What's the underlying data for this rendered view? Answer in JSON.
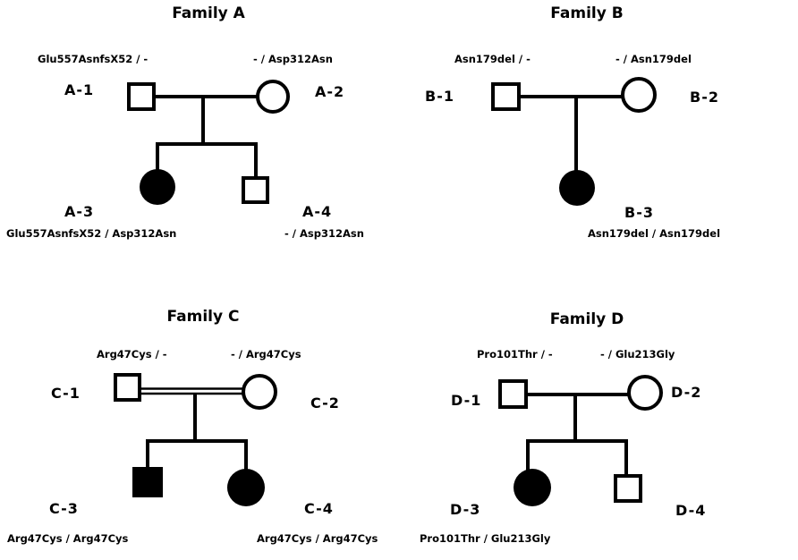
{
  "figure": {
    "colors": {
      "background": "#ffffff",
      "line": "#000000",
      "affected_fill": "#000000",
      "unaffected_fill": "#ffffff"
    }
  },
  "families": [
    {
      "title": "Family A",
      "consanguineous": false,
      "individuals": [
        {
          "id": "A-1",
          "sex": "male",
          "affected": false,
          "genotype": "Glu557AsnfsX52 / -"
        },
        {
          "id": "A-2",
          "sex": "female",
          "affected": false,
          "genotype": "- / Asp312Asn"
        },
        {
          "id": "A-3",
          "sex": "female",
          "affected": true,
          "genotype": "Glu557AsnfsX52 / Asp312Asn"
        },
        {
          "id": "A-4",
          "sex": "male",
          "affected": false,
          "genotype": "- / Asp312Asn"
        }
      ]
    },
    {
      "title": "Family B",
      "consanguineous": false,
      "individuals": [
        {
          "id": "B-1",
          "sex": "male",
          "affected": false,
          "genotype": "Asn179del / -"
        },
        {
          "id": "B-2",
          "sex": "female",
          "affected": false,
          "genotype": "- / Asn179del"
        },
        {
          "id": "B-3",
          "sex": "female",
          "affected": true,
          "genotype": "Asn179del / Asn179del"
        }
      ]
    },
    {
      "title": "Family C",
      "consanguineous": true,
      "individuals": [
        {
          "id": "C-1",
          "sex": "male",
          "affected": false,
          "genotype": "Arg47Cys / -"
        },
        {
          "id": "C-2",
          "sex": "female",
          "affected": false,
          "genotype": "- / Arg47Cys"
        },
        {
          "id": "C-3",
          "sex": "male",
          "affected": true,
          "genotype": "Arg47Cys / Arg47Cys"
        },
        {
          "id": "C-4",
          "sex": "female",
          "affected": true,
          "genotype": "Arg47Cys / Arg47Cys"
        }
      ]
    },
    {
      "title": "Family D",
      "consanguineous": false,
      "individuals": [
        {
          "id": "D-1",
          "sex": "male",
          "affected": false,
          "genotype": "Pro101Thr / -"
        },
        {
          "id": "D-2",
          "sex": "female",
          "affected": false,
          "genotype": "- / Glu213Gly"
        },
        {
          "id": "D-3",
          "sex": "female",
          "affected": true,
          "genotype": "Pro101Thr / Glu213Gly"
        },
        {
          "id": "D-4",
          "sex": "male",
          "affected": false
        }
      ]
    }
  ]
}
